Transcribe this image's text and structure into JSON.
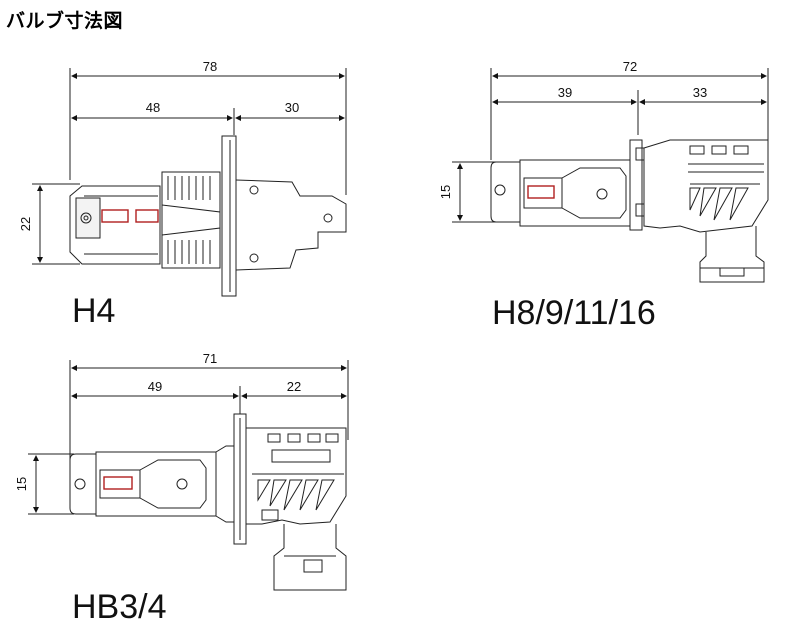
{
  "title": "バルブ寸法図",
  "bulbs": [
    {
      "name": "H4",
      "dims": {
        "total": "78",
        "left": "48",
        "right": "30",
        "height": "22"
      }
    },
    {
      "name": "H8/9/11/16",
      "dims": {
        "total": "72",
        "left": "39",
        "right": "33",
        "height": "15"
      }
    },
    {
      "name": "HB3/4",
      "dims": {
        "total": "71",
        "left": "49",
        "right": "22",
        "height": "15"
      }
    }
  ]
}
